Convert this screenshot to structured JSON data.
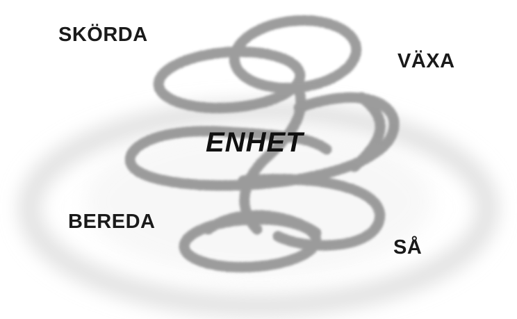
{
  "labels": {
    "top_left": "SKÖRDA",
    "top_right": "VÄXA",
    "bottom_left": "BEREDA",
    "bottom_right": "SÅ",
    "center": "ENHET"
  },
  "colors": {
    "background": "#ffffff",
    "spiral_stroke": "#8c8c8c",
    "disc_shadow": "#d9d9d9",
    "text": "#1a1a1a"
  }
}
